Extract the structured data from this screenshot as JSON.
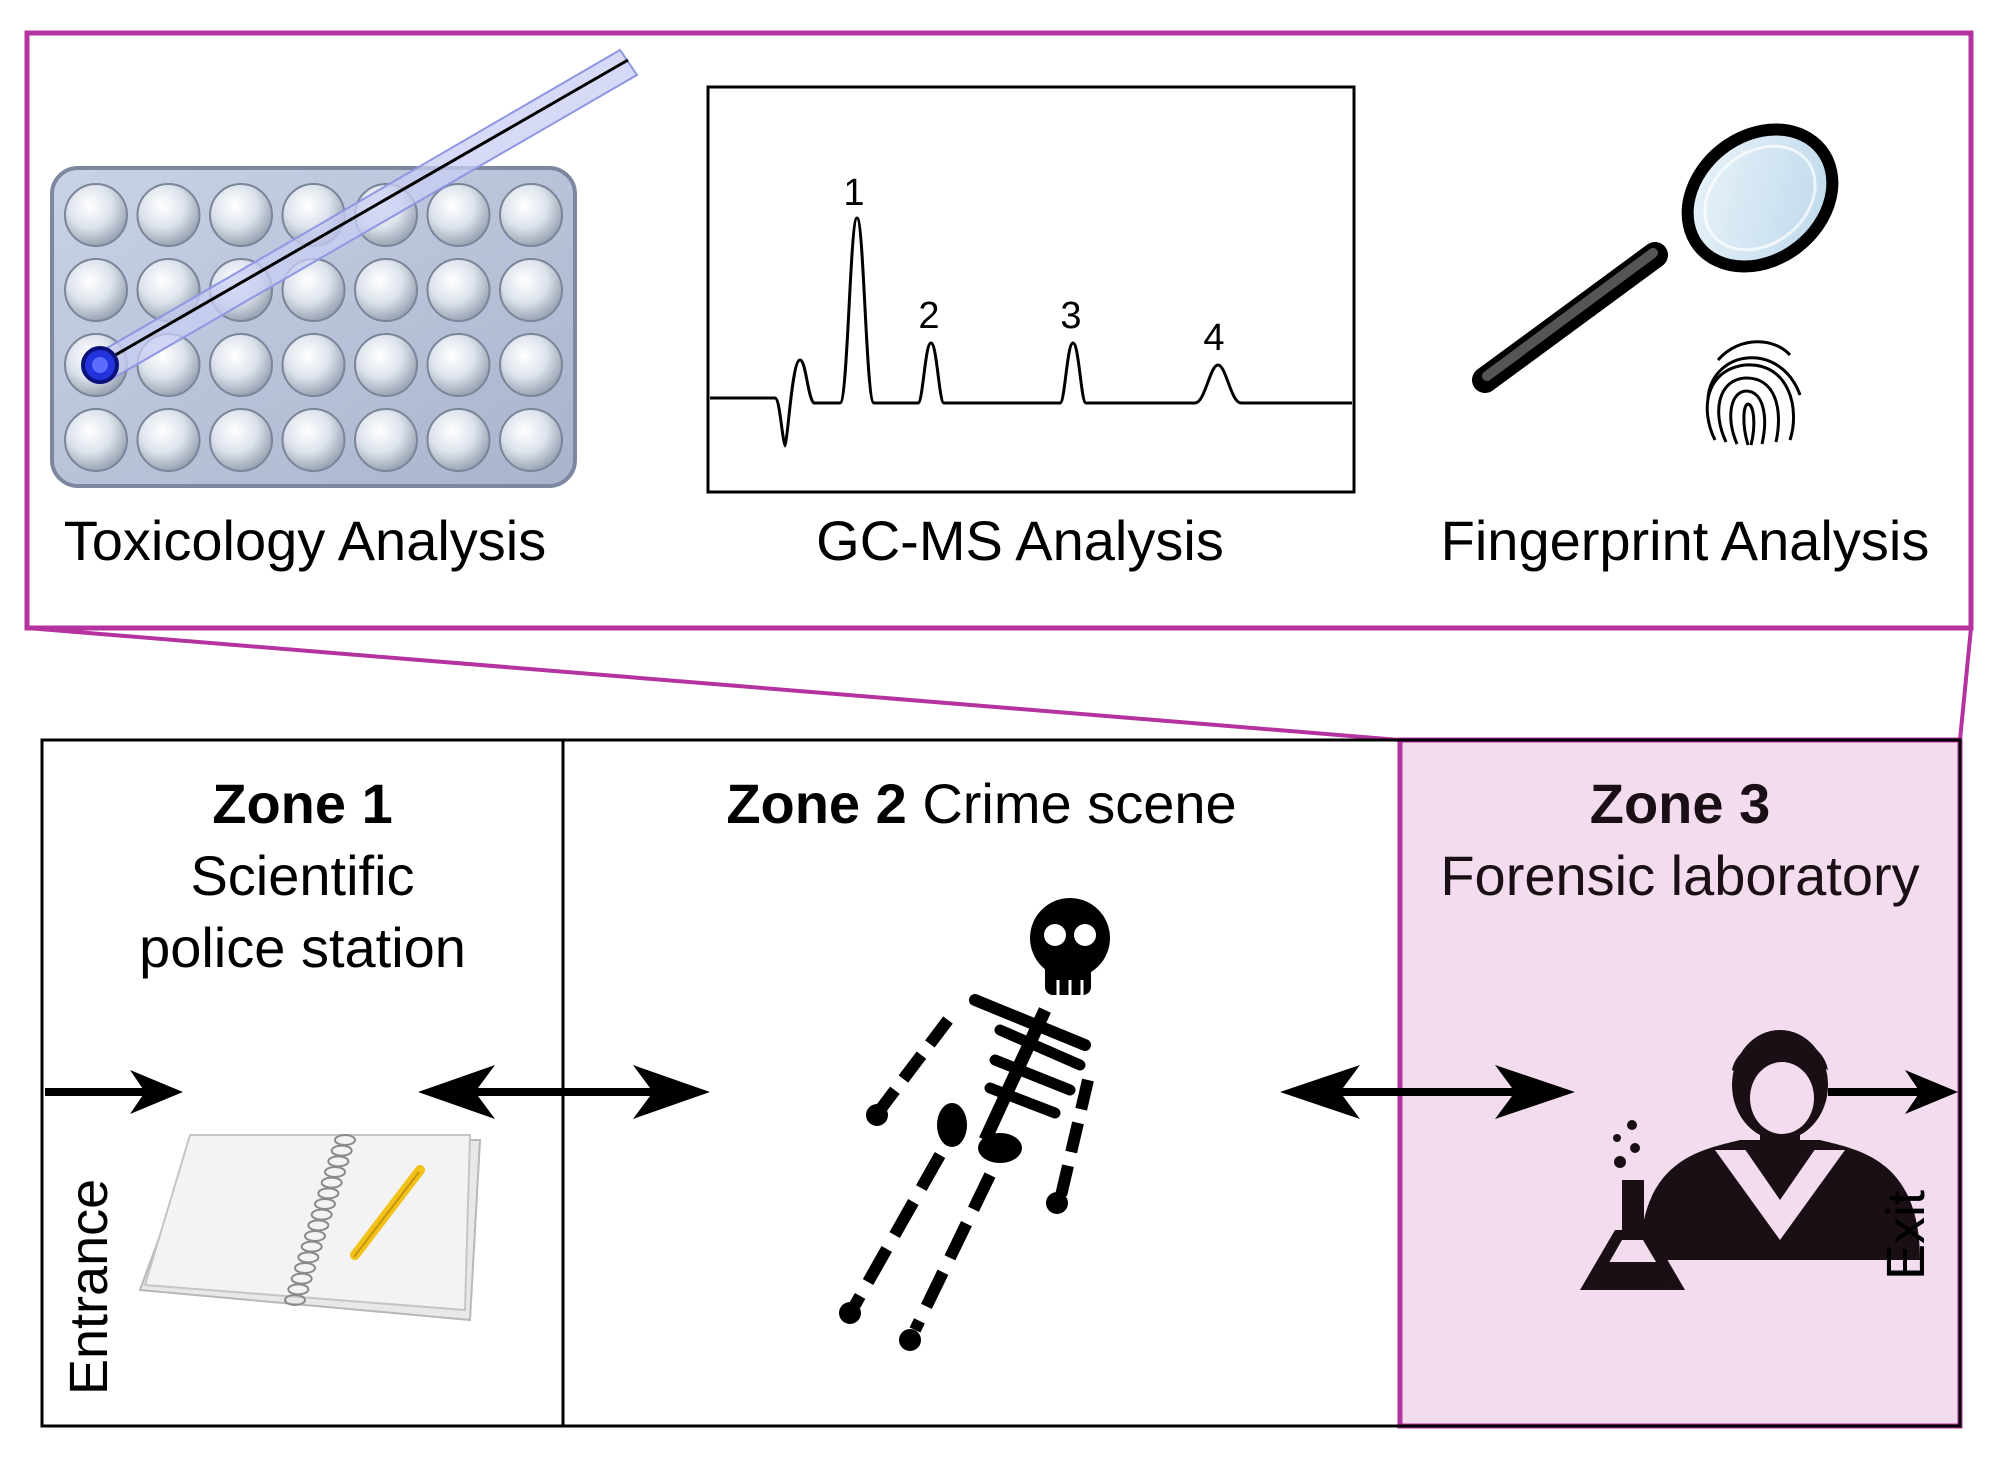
{
  "analysis_panel": {
    "toxicology_label": "Toxicology Analysis",
    "gcms_label": "GC-MS Analysis",
    "fingerprint_label": "Fingerprint Analysis",
    "peak_labels": [
      "1",
      "2",
      "3",
      "4"
    ]
  },
  "zones": {
    "zone1": {
      "title": "Zone 1",
      "subtitle_line1": "Scientific",
      "subtitle_line2": "police station"
    },
    "zone2": {
      "title": "Zone 2",
      "subtitle": "Crime scene"
    },
    "zone3": {
      "title": "Zone 3",
      "subtitle": "Forensic laboratory"
    }
  },
  "flow": {
    "entrance_label": "Entrance",
    "exit_label": "Exit"
  },
  "colors": {
    "accent": "#b4339e",
    "lab_fill": "#f4dcef",
    "frame": "#000000"
  },
  "icons": [
    "well-plate-icon",
    "pipette-icon",
    "chromatogram-icon",
    "magnifying-glass-icon",
    "fingerprint-icon",
    "notebook-icon",
    "pencil-icon",
    "skeleton-icon",
    "scientist-icon",
    "flask-icon"
  ]
}
